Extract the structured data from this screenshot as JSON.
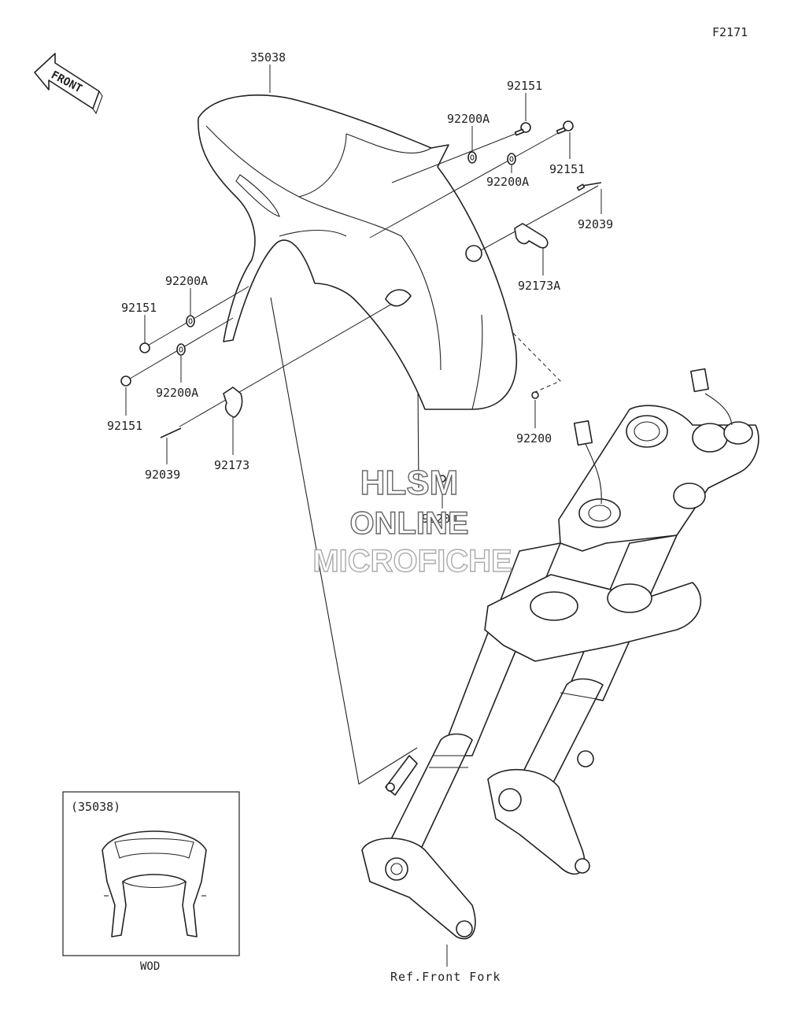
{
  "figure_code": "F2171",
  "front_arrow": "FRONT",
  "labels": {
    "p35038_main": "35038",
    "p92151_top1": "92151",
    "p92200a_top1": "92200A",
    "p92151_top2": "92151",
    "p92200a_top2": "92200A",
    "p92039_right": "92039",
    "p92173a": "92173A",
    "p92200a_left1": "92200A",
    "p92151_left1": "92151",
    "p92200a_left2": "92200A",
    "p92151_left2": "92151",
    "p92039_left": "92039",
    "p92173": "92173",
    "p92200_right": "92200",
    "p92200_center": "92200"
  },
  "watermark": {
    "line1": "HLSM",
    "line2": "ONLINE",
    "line3": "MICROFICHE"
  },
  "inset": {
    "part_label": "(35038)",
    "variant": "WOD"
  },
  "reference": "Ref.Front Fork"
}
